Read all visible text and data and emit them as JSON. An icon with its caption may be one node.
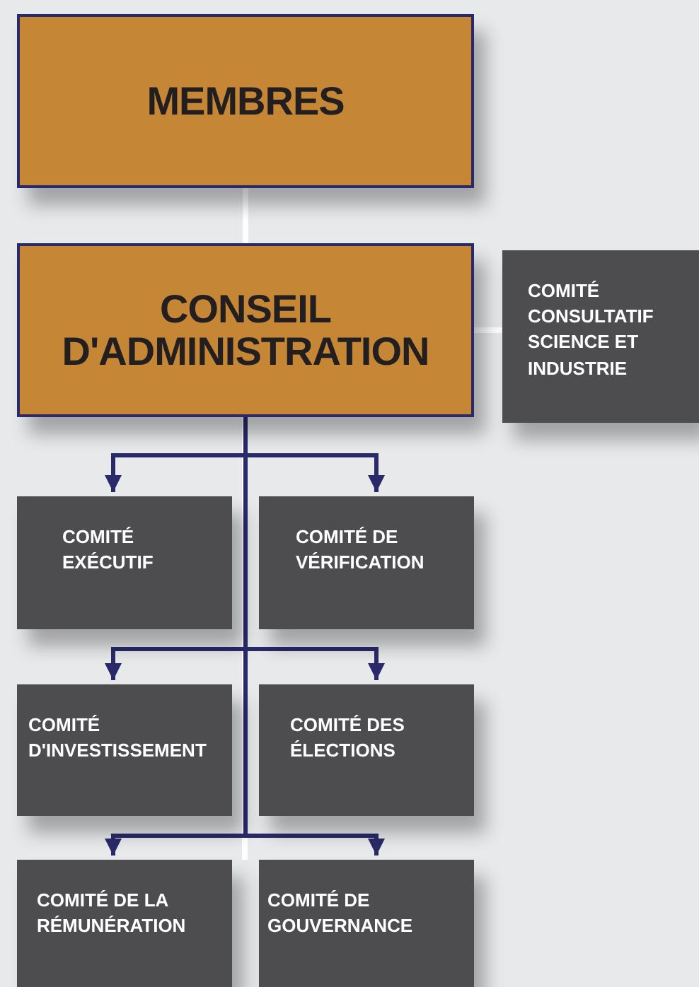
{
  "diagram": {
    "nodes": [
      {
        "text": [
          "MEMBRES"
        ]
      },
      {
        "text": [
          "CONSEIL D'ADMINISTRATION"
        ]
      },
      {
        "text": [
          "COMITÉ CONSULTATIF SCIENCE ET INDUSTRIE"
        ]
      },
      {
        "text": [
          "COMITÉ EXÉCUTIF"
        ]
      },
      {
        "text": [
          "COMITÉ DE VÉRIFICATION"
        ]
      },
      {
        "text": [
          "COMITÉ D'INVESTISSEMENT"
        ]
      },
      {
        "text": [
          "COMITÉ DES ÉLECTIONS"
        ]
      },
      {
        "text": [
          "COMITÉ DE LA RÉMUNÉRATION"
        ]
      },
      {
        "text": [
          "COMITÉ DE GOUVERNANCE"
        ]
      }
    ],
    "edges": [
      {
        "from": 0,
        "to": 1,
        "arrow": "none",
        "color": "#ffffff"
      },
      {
        "from": 1,
        "to": 2,
        "arrow": "none",
        "color": "#ffffff"
      },
      {
        "from": 1,
        "to": 3,
        "arrow": "to"
      },
      {
        "from": 1,
        "to": 4,
        "arrow": "to"
      },
      {
        "from": 1,
        "to": 5,
        "arrow": "to"
      },
      {
        "from": 1,
        "to": 6,
        "arrow": "to"
      },
      {
        "from": 1,
        "to": 7,
        "arrow": "to"
      },
      {
        "from": 1,
        "to": 8,
        "arrow": "to"
      }
    ]
  }
}
